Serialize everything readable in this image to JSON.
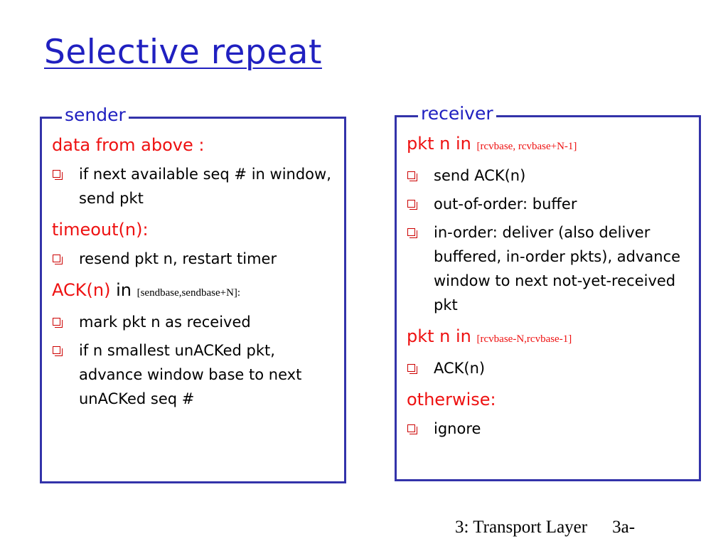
{
  "title": "Selective repeat",
  "sender": {
    "legend": "sender",
    "sections": [
      {
        "head": "data from above :",
        "items": [
          "if next available seq # in window, send pkt"
        ]
      },
      {
        "head": "timeout(n):",
        "items": [
          "resend pkt n, restart timer"
        ]
      },
      {
        "head": "ACK(n)",
        "in": " in ",
        "range": "[sendbase,sendbase+N]:",
        "items": [
          "mark pkt n as received",
          "if n smallest unACKed pkt, advance window base to next unACKed seq #"
        ]
      }
    ]
  },
  "receiver": {
    "legend": "receiver",
    "sections": [
      {
        "head": "pkt n in ",
        "range": "[rcvbase, rcvbase+N-1]",
        "items": [
          "send ACK(n)",
          "out-of-order: buffer",
          "in-order: deliver (also deliver buffered, in-order pkts), advance window to next not-yet-received pkt"
        ]
      },
      {
        "head": "pkt n in ",
        "range": "[rcvbase-N,rcvbase-1]",
        "items": [
          "ACK(n)"
        ]
      },
      {
        "head": "otherwise:",
        "items": [
          "ignore"
        ]
      }
    ]
  },
  "footer": {
    "chapter": "3: Transport Layer",
    "page": "3a-"
  },
  "colors": {
    "title": "#2020c0",
    "border": "#3333aa",
    "heading": "#ee1111",
    "bullet": "#cc0000"
  }
}
